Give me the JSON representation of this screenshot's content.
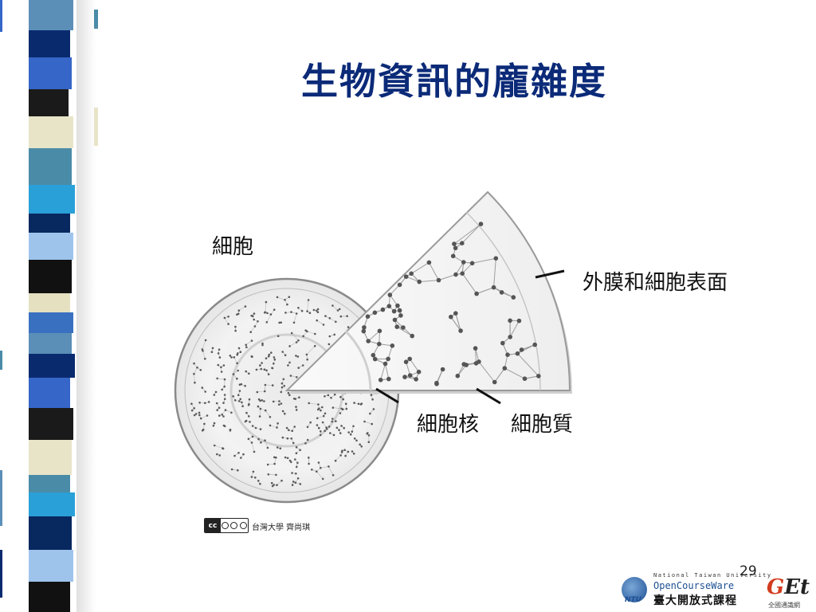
{
  "slide": {
    "title": "生物資訊的龐雜度",
    "page_number": "29"
  },
  "diagram": {
    "label_cell": "細胞",
    "label_membrane": "外膜和細胞表面",
    "label_nucleus": "細胞核",
    "label_cytoplasm": "細胞質"
  },
  "license": {
    "badge_text": "cc",
    "author": "台灣大學 齊尚琪"
  },
  "logo": {
    "ntu_tag": "NTU",
    "small_text": "National Taiwan University",
    "name": "OpenCourseWare",
    "name_cn": "臺大開放式課程",
    "get_g": "G",
    "get_rest": "Et",
    "get_sub": "全國通識網"
  },
  "colors": {
    "title": "#0b2a78",
    "stripes": [
      "#5b8fb8",
      "#0a2a6e",
      "#3566c8",
      "#1a1a1a",
      "#e8e4c8",
      "#4a8ca8",
      "#2aa0d8",
      "#082860",
      "#9ec4ec",
      "#111111",
      "#e4e0c0",
      "#3a70c0"
    ]
  }
}
